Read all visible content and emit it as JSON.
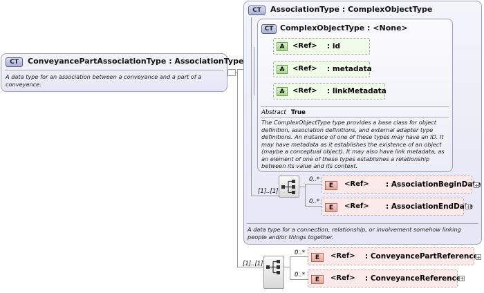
{
  "root": {
    "badge": "CT",
    "title": "ConveyancePartAssociationType : AssociationType",
    "description": "A data type for an association between a conveyance and a part of a conveyance."
  },
  "association": {
    "badge": "CT",
    "title": "AssociationType : ComplexObjectType",
    "description": "A data type for a connection, relationship, or involvement somehow linking people and/or things together.",
    "multiplicity": "[1]..[1]",
    "elements": [
      {
        "ref": "<Ref>",
        "name": ": AssociationBeginDate",
        "multiplicity": "0..*"
      },
      {
        "ref": "<Ref>",
        "name": ": AssociationEndDate",
        "multiplicity": "0..*"
      }
    ]
  },
  "complex_object": {
    "badge": "CT",
    "title": "ComplexObjectType : <None>",
    "abstract_label": "Abstract",
    "abstract_value": "True",
    "description": "The ComplexObjectType type provides a base class for object definition, association definitions, and external adapter type definitions. An instance of one of these types may have an ID. It may have metadata as it establishes the existence of an object (maybe a conceptual object). It may also have link metadata, as an element of one of these types establishes a relationship between its value and its context.",
    "attributes": [
      {
        "badge": "A",
        "ref": "<Ref>",
        "name": ": id"
      },
      {
        "badge": "A",
        "ref": "<Ref>",
        "name": ": metadata"
      },
      {
        "badge": "A",
        "ref": "<Ref>",
        "name": ": linkMetadata"
      }
    ]
  },
  "conveyance": {
    "multiplicity": "[1]..[1]",
    "elements": [
      {
        "ref": "<Ref>",
        "name": ": ConveyancePartReference",
        "multiplicity": "0..*"
      },
      {
        "ref": "<Ref>",
        "name": ": ConveyanceReference",
        "multiplicity": "0..*"
      }
    ]
  },
  "element_badge": "E",
  "expand_symbol": "+"
}
